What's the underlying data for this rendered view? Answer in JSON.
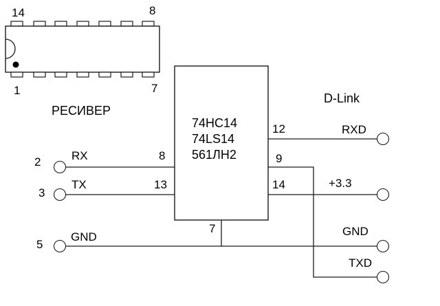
{
  "dip_package": {
    "pin_top_left": "14",
    "pin_top_right": "8",
    "pin_bottom_left": "1",
    "pin_bottom_right": "7"
  },
  "receiver": {
    "title": "РЕСИВЕР",
    "connector_pins": [
      {
        "number": "2",
        "signal": "RX"
      },
      {
        "number": "3",
        "signal": "TX"
      },
      {
        "number": "5",
        "signal": "GND"
      }
    ]
  },
  "ic": {
    "part_numbers": [
      "74HC14",
      "74LS14",
      "561ЛН2"
    ],
    "pins": {
      "rx_in": "8",
      "tx_in": "13",
      "gnd": "7",
      "rxd_out": "12",
      "txd_out": "9",
      "vcc": "14"
    }
  },
  "dlink": {
    "title": "D-Link",
    "terminals": [
      {
        "signal": "RXD"
      },
      {
        "signal": "+3.3"
      },
      {
        "signal": "GND"
      },
      {
        "signal": "TXD"
      }
    ]
  },
  "colors": {
    "line": "#1a1a1a",
    "text": "#000000",
    "background": "#ffffff"
  }
}
